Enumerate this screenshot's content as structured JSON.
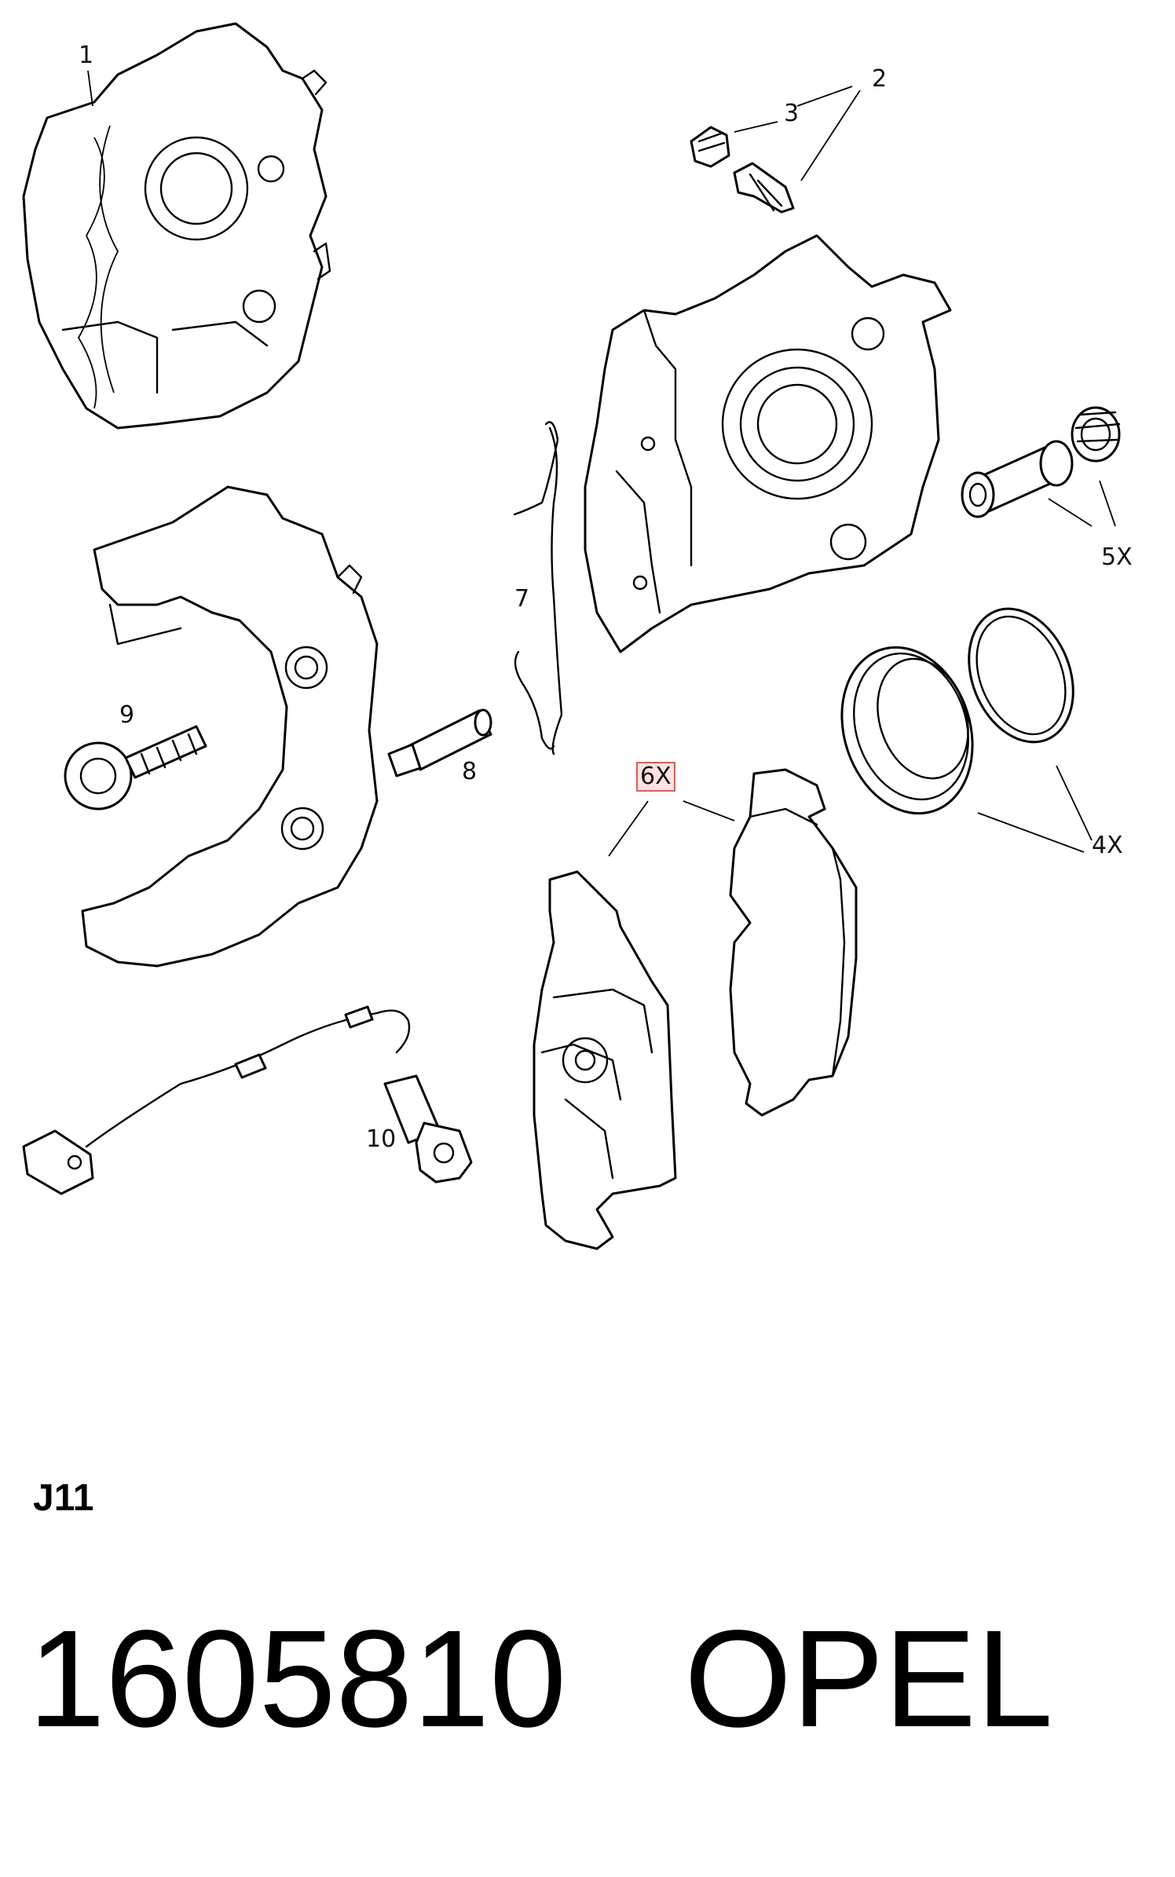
{
  "diagram": {
    "callouts": [
      {
        "id": "1",
        "text": "1"
      },
      {
        "id": "2",
        "text": "2"
      },
      {
        "id": "3",
        "text": "3"
      },
      {
        "id": "4x",
        "text": "4X"
      },
      {
        "id": "5x",
        "text": "5X"
      },
      {
        "id": "6x",
        "text": "6X"
      },
      {
        "id": "7",
        "text": "7"
      },
      {
        "id": "8",
        "text": "8"
      },
      {
        "id": "9",
        "text": "9"
      },
      {
        "id": "10",
        "text": "10"
      }
    ],
    "highlighted_callout": "6X"
  },
  "section_code": "J11",
  "footer": {
    "part_number": "1605810",
    "brand": "OPEL"
  }
}
